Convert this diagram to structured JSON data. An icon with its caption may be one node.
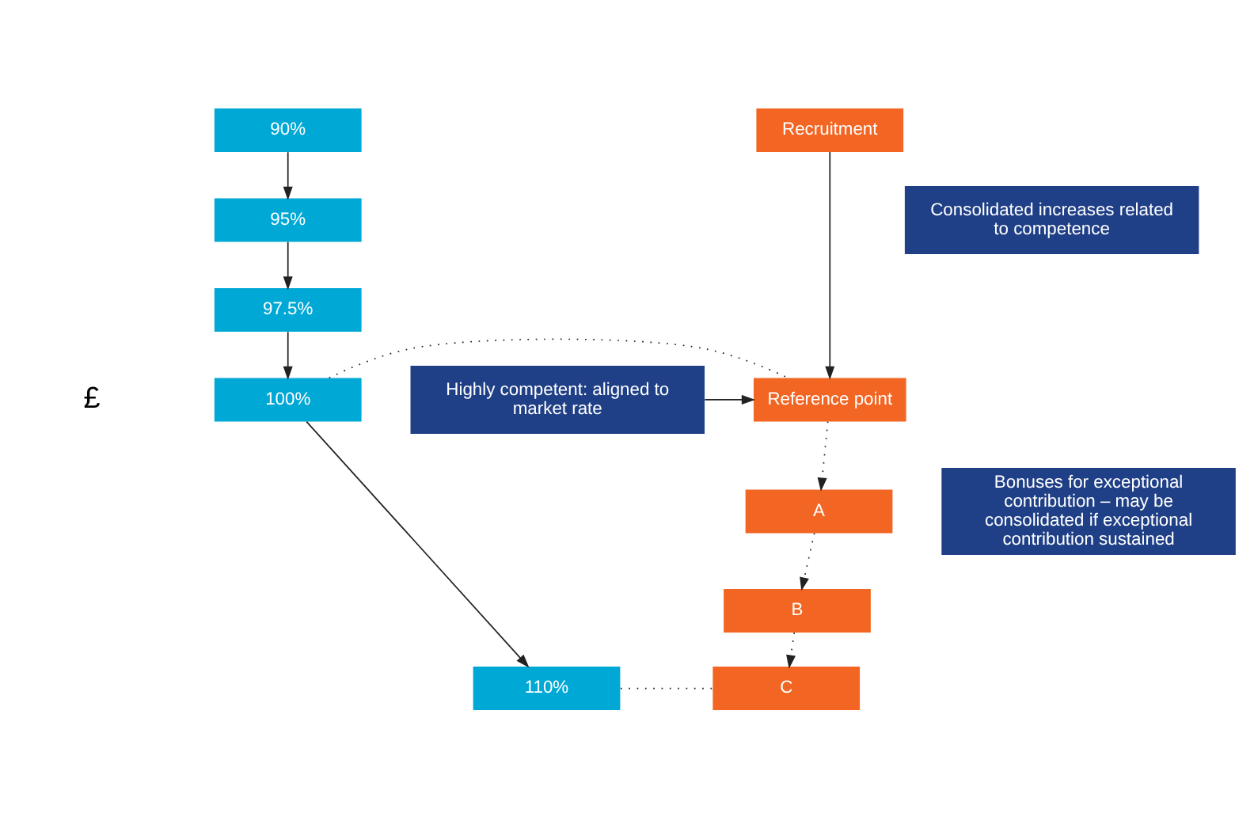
{
  "diagram": {
    "nodes": [
      {
        "text": [
          "90%"
        ]
      },
      {
        "text": [
          "95%"
        ]
      },
      {
        "text": [
          "97.5%"
        ]
      },
      {
        "text": [
          "100%"
        ]
      },
      {
        "text": [
          "110%"
        ]
      },
      {
        "text": [
          "Recruitment"
        ]
      },
      {
        "text": [
          "Reference point"
        ]
      },
      {
        "text": [
          "A"
        ]
      },
      {
        "text": [
          "B"
        ]
      },
      {
        "text": [
          "C"
        ]
      },
      {
        "text": [
          "Consolidated increases related to competence"
        ]
      },
      {
        "text": [
          "Highly competent: aligned to market rate"
        ]
      },
      {
        "text": [
          "Bonuses for exceptional contribution – may be consolidated if exceptional contribution sustained"
        ]
      }
    ],
    "edges": [
      {
        "from": 0,
        "to": 1,
        "arrow": "to"
      },
      {
        "from": 1,
        "to": 2,
        "arrow": "to"
      },
      {
        "from": 2,
        "to": 3,
        "arrow": "to"
      },
      {
        "from": 3,
        "to": 4,
        "arrow": "to"
      },
      {
        "from": 3,
        "to": 6,
        "arrow": "none",
        "style": "dashed"
      },
      {
        "from": 5,
        "to": 6,
        "arrow": "to"
      },
      {
        "from": 6,
        "to": 7,
        "arrow": "to",
        "style": "dashed"
      },
      {
        "from": 7,
        "to": 8,
        "arrow": "to",
        "style": "dashed"
      },
      {
        "from": 8,
        "to": 9,
        "arrow": "to",
        "style": "dashed"
      },
      {
        "from": 4,
        "to": 9,
        "arrow": "none",
        "style": "dashed"
      },
      {
        "from": 11,
        "to": 6,
        "arrow": "to"
      }
    ],
    "labels": [
      "£"
    ]
  }
}
